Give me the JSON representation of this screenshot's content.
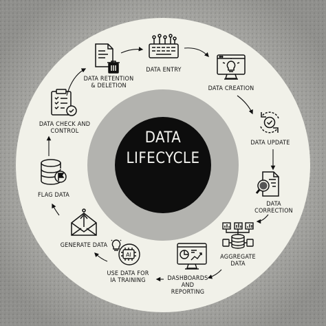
{
  "center": {
    "line1": "DATA",
    "line2": "LIFECYCLE"
  },
  "steps": [
    {
      "label": "DATA ENTRY",
      "icon": "keyboard-icon"
    },
    {
      "label": "DATA CREATION",
      "icon": "monitor-lightbulb-icon"
    },
    {
      "label": "DATA UPDATE",
      "icon": "refresh-check-icon"
    },
    {
      "label": "DATA\nCORRECTION",
      "icon": "document-magnifier-icon"
    },
    {
      "label": "AGGREGATE\nDATA",
      "icon": "database-aggregate-icon"
    },
    {
      "label": "DASHBOARDS\nAND\nREPORTING",
      "icon": "dashboard-monitor-icon"
    },
    {
      "label": "USE DATA FOR\nIA TRAINING",
      "icon": "ai-brain-icon"
    },
    {
      "label": "GENERATE DATA",
      "icon": "envelope-upload-icon"
    },
    {
      "label": "FLAG DATA",
      "icon": "database-flag-icon"
    },
    {
      "label": "DATA CHECK AND\nCONTROL",
      "icon": "clipboard-check-icon"
    },
    {
      "label": "DATA RETENTION\n& DELETION",
      "icon": "document-trash-icon"
    }
  ],
  "colors": {
    "background": "#a9a9a6",
    "ring": "#f1f1e9",
    "center": "#0d0d0d",
    "ink": "#111111"
  }
}
